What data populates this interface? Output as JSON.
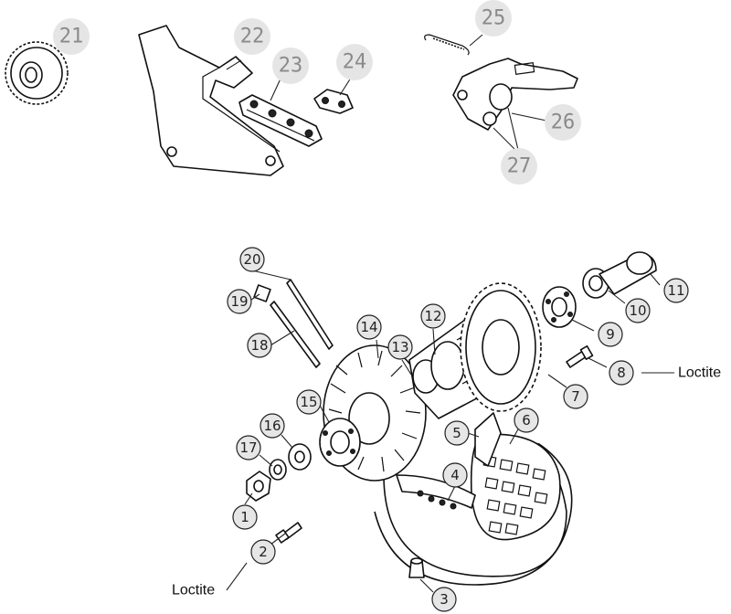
{
  "top_bubbles": [
    {
      "id": "21",
      "label": "21"
    },
    {
      "id": "22",
      "label": "22"
    },
    {
      "id": "23",
      "label": "23"
    },
    {
      "id": "24",
      "label": "24"
    },
    {
      "id": "25",
      "label": "25"
    },
    {
      "id": "26",
      "label": "26"
    },
    {
      "id": "27",
      "label": "27"
    }
  ],
  "callouts": [
    {
      "id": "1",
      "label": "1"
    },
    {
      "id": "2",
      "label": "2"
    },
    {
      "id": "3",
      "label": "3"
    },
    {
      "id": "4",
      "label": "4"
    },
    {
      "id": "5",
      "label": "5"
    },
    {
      "id": "6",
      "label": "6"
    },
    {
      "id": "7",
      "label": "7"
    },
    {
      "id": "8",
      "label": "8"
    },
    {
      "id": "9",
      "label": "9"
    },
    {
      "id": "10",
      "label": "10"
    },
    {
      "id": "11",
      "label": "11"
    },
    {
      "id": "12",
      "label": "12"
    },
    {
      "id": "13",
      "label": "13"
    },
    {
      "id": "14",
      "label": "14"
    },
    {
      "id": "15",
      "label": "15"
    },
    {
      "id": "16",
      "label": "16"
    },
    {
      "id": "17",
      "label": "17"
    },
    {
      "id": "18",
      "label": "18"
    },
    {
      "id": "19",
      "label": "19"
    },
    {
      "id": "20",
      "label": "20"
    }
  ],
  "notes": {
    "loctite_right": "Loctite",
    "loctite_left": "Loctite"
  }
}
